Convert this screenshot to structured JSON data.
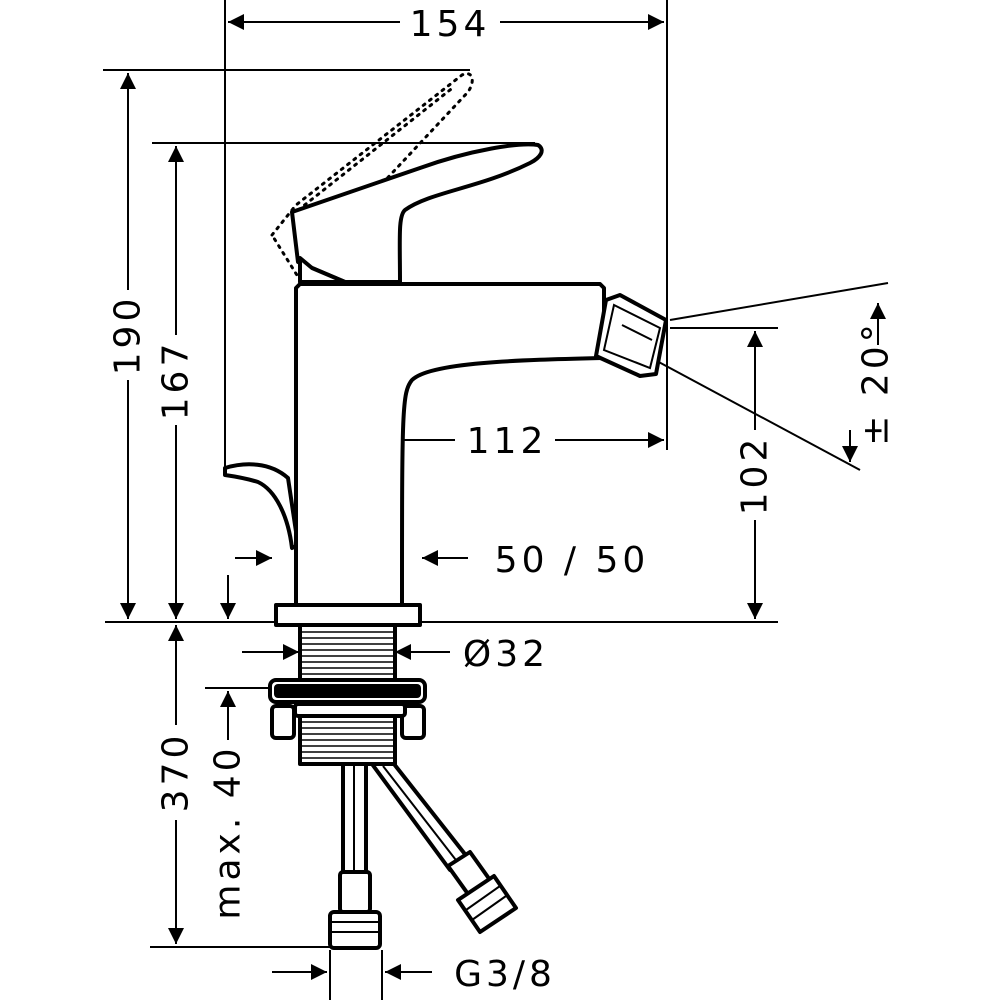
{
  "dimensions": {
    "width_total": "154",
    "height_total": "190",
    "height_spout": "167",
    "spout_reach": "112",
    "spout_height": "102",
    "angle": "± 20°",
    "deck_hole": "50 / 50",
    "shank_diameter": "Ø32",
    "below_deck": "370",
    "deck_thickness": "max. 40",
    "connection": "G3/8"
  }
}
